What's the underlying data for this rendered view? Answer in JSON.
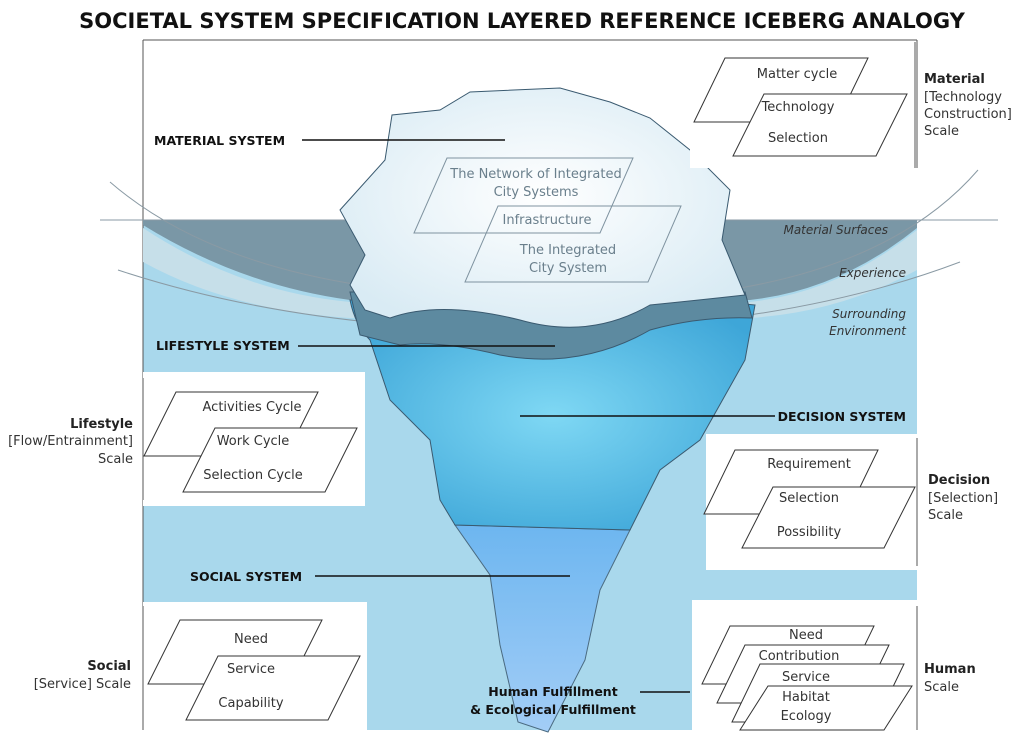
{
  "title": "SOCIETAL SYSTEM SPECIFICATION LAYERED REFERENCE ICEBERG ANALOGY",
  "systems": {
    "material": "MATERIAL SYSTEM",
    "lifestyle": "LIFESTYLE SYSTEM",
    "decision": "DECISION SYSTEM",
    "social": "SOCIAL SYSTEM",
    "fulfillment_line1": "Human Fulfillment",
    "fulfillment_line2": "& Ecological Fulfillment"
  },
  "layers": {
    "material_surfaces": "Material Surfaces",
    "experience": "Experience",
    "surrounding_line1": "Surrounding",
    "surrounding_line2": "Environment"
  },
  "iceberg_planes": {
    "network_line1": "The Network of Integrated",
    "network_line2": "City Systems",
    "infrastructure": "Infrastructure",
    "integrated_line1": "The Integrated",
    "integrated_line2": "City System"
  },
  "panels": {
    "material": {
      "label_bold": "Material",
      "label_lines": [
        "[Technology",
        "Construction]",
        "Scale"
      ],
      "planes": [
        "Matter cycle",
        "Technology",
        "Selection"
      ]
    },
    "lifestyle": {
      "label_bold": "Lifestyle",
      "label_lines": [
        "[Flow/Entrainment]",
        "Scale"
      ],
      "planes": [
        "Activities Cycle",
        "Work Cycle",
        "Selection Cycle"
      ]
    },
    "decision": {
      "label_bold": "Decision",
      "label_lines": [
        "[Selection]",
        "Scale"
      ],
      "planes": [
        "Requirement",
        "Selection",
        "Possibility"
      ]
    },
    "social": {
      "label_bold": "Social",
      "label_lines": [
        "[Service] Scale"
      ],
      "planes": [
        "Need",
        "Service",
        "Capability"
      ]
    },
    "human": {
      "label_bold": "Human",
      "label_lines": [
        "Scale"
      ],
      "planes": [
        "Need",
        "Contribution",
        "Service",
        "Habitat",
        "Ecology"
      ]
    }
  },
  "colors": {
    "water": "#a9d8ec",
    "surface_band": "#7a97a6",
    "ice_top": "#eef6fb",
    "ice_mid": "#5fc0e8",
    "ice_deep": "#86bff2"
  }
}
